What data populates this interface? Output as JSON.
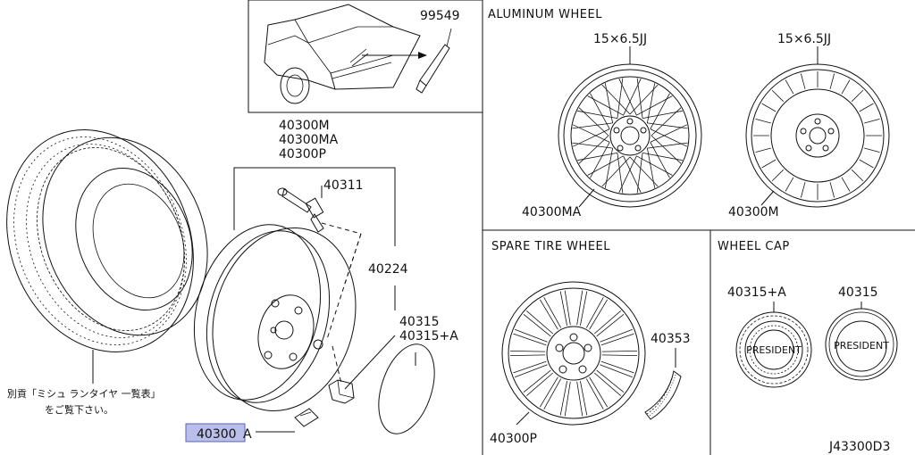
{
  "sections": {
    "aluminum_wheel": "ALUMINUM WHEEL",
    "spare_tire_wheel": "SPARE TIRE WHEEL",
    "wheel_cap": "WHEEL CAP"
  },
  "parts": {
    "p99549": "99549",
    "p40300M": "40300M",
    "p40300MA": "40300MA",
    "p40300P": "40300P",
    "p40311": "40311",
    "p40224": "40224",
    "p40315": "40315",
    "p40315A": "40315+A",
    "p40300_hl": "40300",
    "p40300_suffix": "A",
    "p40353": "40353",
    "size1": "15×6.5JJ",
    "size2": "15×6.5JJ",
    "alu_left": "40300MA",
    "alu_right": "40300M",
    "spare": "40300P",
    "cap_left": "40315+A",
    "cap_right": "40315"
  },
  "note": {
    "line1": "別貢「ミシュ ランタイヤ 一覧表」",
    "line2": "をご覧下さい。"
  },
  "emblem": "PRESIDENT",
  "diagram_code": "J43300D3",
  "colors": {
    "highlight": "#b9bfe8",
    "highlight_border": "#5a63b8"
  }
}
